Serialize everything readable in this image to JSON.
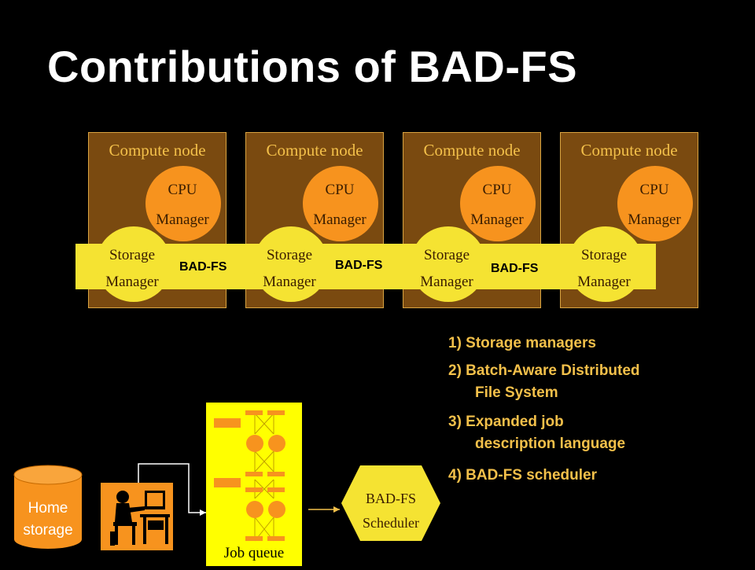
{
  "title": "Contributions of BAD-FS",
  "compute_nodes": [
    {
      "label": "Compute node",
      "cpu": [
        "CPU",
        "Manager"
      ],
      "storage": [
        "Storage",
        "Manager"
      ]
    },
    {
      "label": "Compute node",
      "cpu": [
        "CPU",
        "Manager"
      ],
      "storage": [
        "Storage",
        "Manager"
      ]
    },
    {
      "label": "Compute node",
      "cpu": [
        "CPU",
        "Manager"
      ],
      "storage": [
        "Storage",
        "Manager"
      ]
    },
    {
      "label": "Compute node",
      "cpu": [
        "CPU",
        "Manager"
      ],
      "storage": [
        "Storage",
        "Manager"
      ]
    }
  ],
  "band_labels": [
    "BAD-FS",
    "BAD-FS",
    "BAD-FS"
  ],
  "contributions": [
    {
      "line1": "1) Storage managers",
      "line2": ""
    },
    {
      "line1": "2) Batch-Aware Distributed",
      "line2": "File System"
    },
    {
      "line1": "3) Expanded job",
      "line2": "description language"
    },
    {
      "line1": "4) BAD-FS scheduler",
      "line2": ""
    }
  ],
  "home_storage": [
    "Home",
    "storage"
  ],
  "job_queue_label": "Job queue",
  "scheduler": [
    "BAD-FS",
    "Scheduler"
  ],
  "colors": {
    "node_fill": "#7a4a10",
    "node_text": "#f3c04a",
    "cpu_fill": "#f7931e",
    "storage_fill": "#f5e332",
    "contrib_text": "#f3c04a"
  }
}
